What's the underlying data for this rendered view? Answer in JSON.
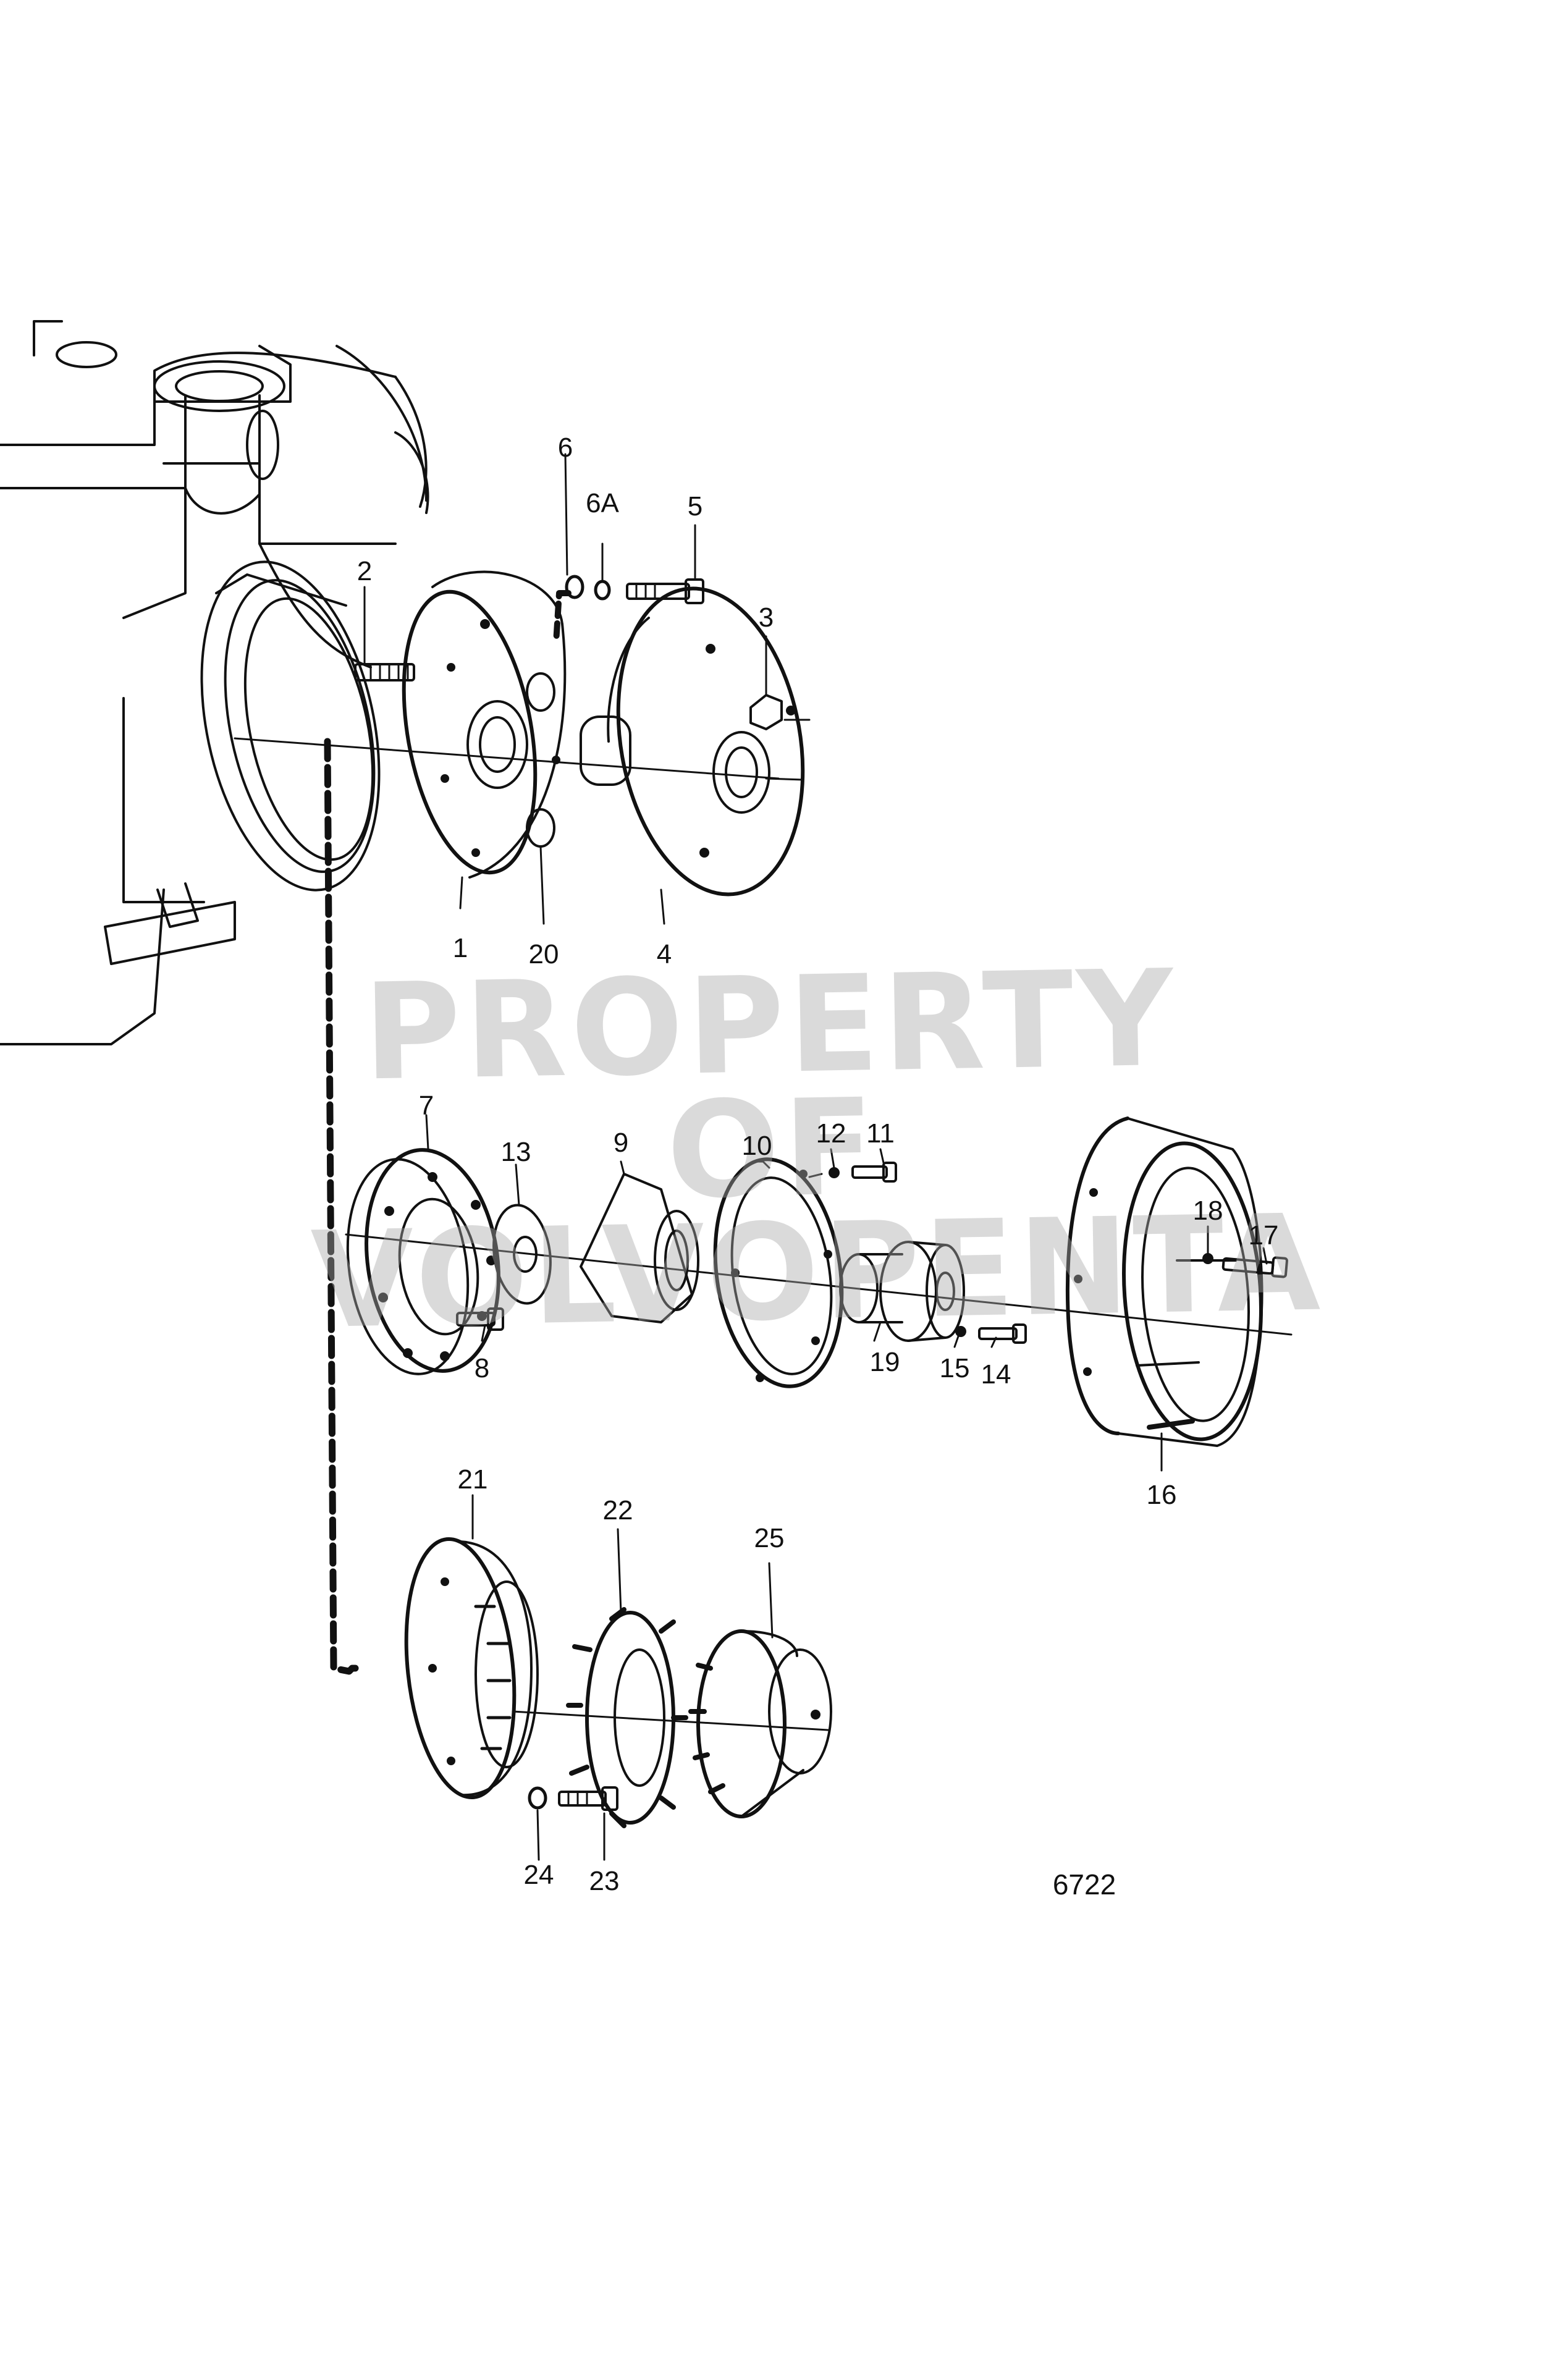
{
  "diagram": {
    "watermark": {
      "line1": "PROPERTY OF",
      "line2": "VOLVOPENTA"
    },
    "drawing_number": "6722",
    "callouts": [
      "1",
      "2",
      "3",
      "4",
      "5",
      "6",
      "6A",
      "7",
      "8",
      "9",
      "10",
      "11",
      "12",
      "13",
      "14",
      "15",
      "16",
      "17",
      "18",
      "19",
      "20",
      "21",
      "22",
      "23",
      "24",
      "25"
    ]
  },
  "colors": {
    "ink": "#111111",
    "watermark": "#a9a9a9",
    "background": "#ffffff"
  }
}
